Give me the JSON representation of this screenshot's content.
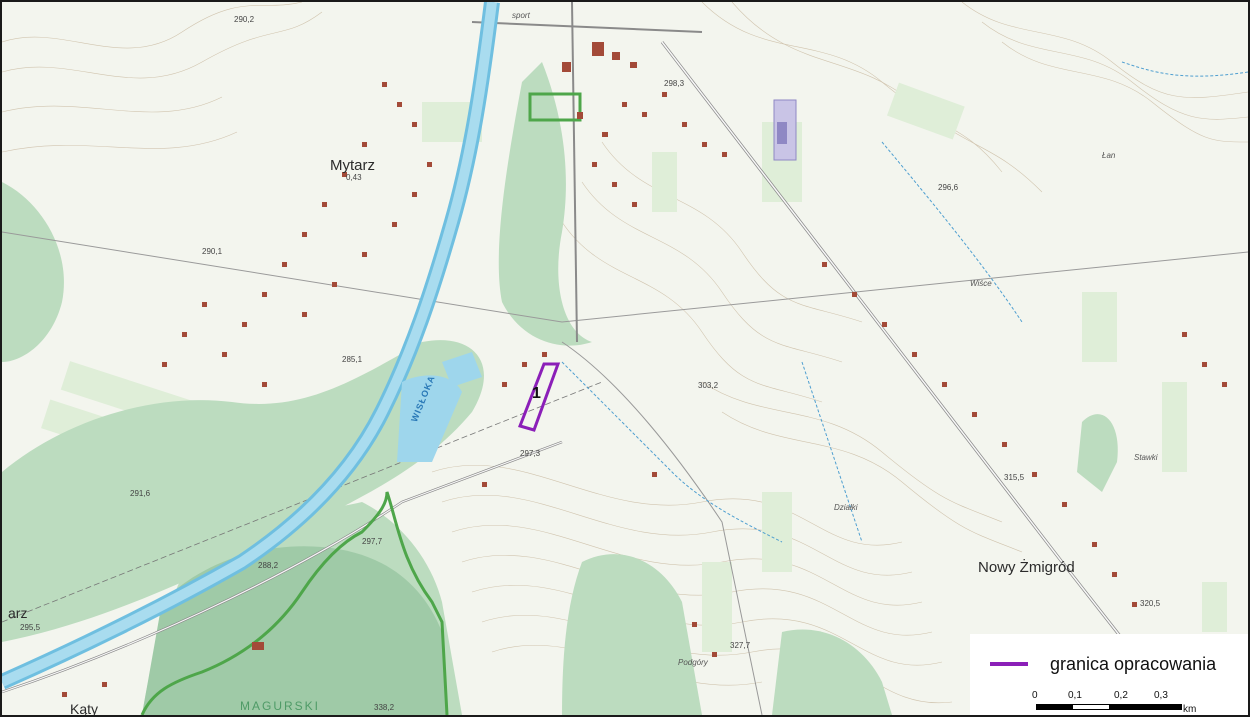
{
  "map": {
    "place_labels": {
      "mytarz": "Mytarz",
      "nowy_zmigrod": "Nowy Żmigród",
      "podgory": "Podgóry",
      "katy": "Kąty",
      "arz": "arz"
    },
    "small_labels": {
      "sport": "sport",
      "lan": "Łan",
      "wisce": "Wiśce",
      "stawki": "Stawki",
      "dzialki": "Działki"
    },
    "river_label": "WISŁOKA",
    "forest_label": "MAGURSKI",
    "study_area_number": "1",
    "elevations": {
      "e1": "290,2",
      "e2": "290,1",
      "e3": "285,1",
      "e4": "291,6",
      "e5": "297,3",
      "e6": "303,2",
      "e7": "296,6",
      "e8": "315,5",
      "e9": "320,5",
      "e10": "327,7",
      "e11": "297,7",
      "e12": "338,2",
      "e13": "288,2",
      "e14": "298,3",
      "e15": "0,43",
      "e16": "295,5"
    }
  },
  "legend": {
    "boundary_label": "granica opracowania",
    "boundary_color": "#8b1fb8",
    "scale_ticks": [
      "0",
      "0,1",
      "0,2",
      "0,3"
    ],
    "scale_unit": "km"
  }
}
